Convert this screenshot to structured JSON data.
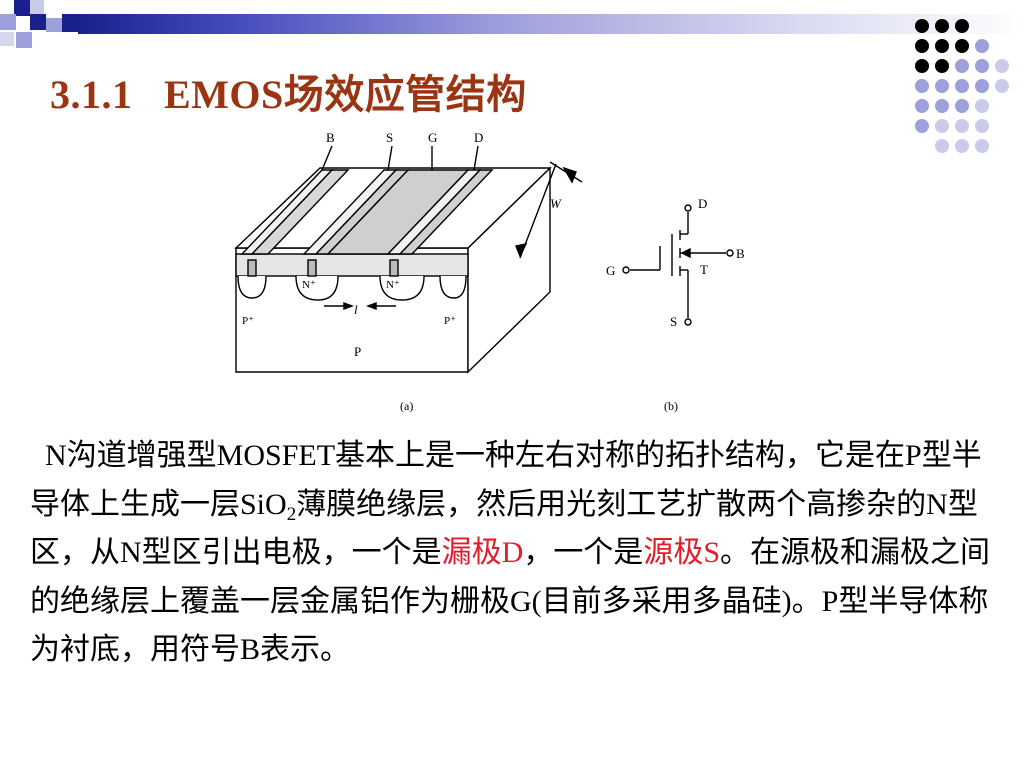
{
  "slide": {
    "title": "3.1.1   EMOS场效应管结构",
    "colors": {
      "title": "#9a3412",
      "highlight": "#e11d2b",
      "band_dark": "#1a1f8e"
    }
  },
  "figure": {
    "a": {
      "caption": "(a)",
      "labels": {
        "B": "B",
        "S": "S",
        "G": "G",
        "D": "D",
        "W": "W",
        "N_left": "N⁺",
        "N_right": "N⁺",
        "l": "l",
        "P_left": "P⁺",
        "P_right": "P⁺",
        "P": "P"
      }
    },
    "b": {
      "caption": "(b)",
      "labels": {
        "D": "D",
        "G": "G",
        "B": "B",
        "T": "T",
        "S": "S"
      }
    }
  },
  "body": {
    "p1": "N沟道增强型MOSFET基本上是一种左右对称的拓扑结构，它是在P型半导体上生成一层SiO",
    "sub": "2",
    "p2": "薄膜绝缘层，然后用光刻工艺扩散两个高掺杂的N型区，从N型区引出电极，一个是",
    "drain": "漏极D",
    "p3": "，一个是",
    "source": "源极S",
    "p4": "。在源极和漏极之间的绝缘层上覆盖一层金属铝作为栅极G(目前多采用多晶硅)。P型半导体称为衬底，用符号B表示。"
  }
}
